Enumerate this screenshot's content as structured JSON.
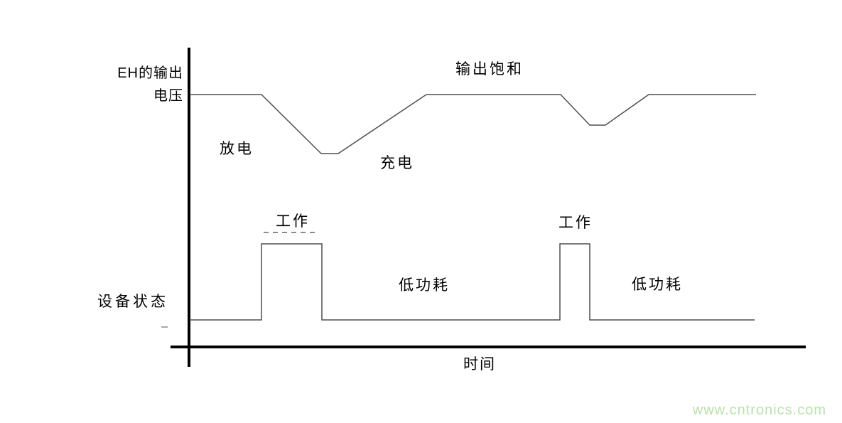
{
  "colors": {
    "axis": "#000000",
    "curve": "#4f4f4f",
    "text": "#000000",
    "watermark": "#b9e2ab",
    "artifact": "#8a8a8a"
  },
  "axes": {
    "y_label_line1": "EH的输出",
    "y_label_line2": "电压",
    "y_bottom_label": "设备状态",
    "x_label": "时间"
  },
  "annotations": {
    "saturation": "输出饱和",
    "discharge": "放电",
    "charge": "充电",
    "work_1": "工作",
    "work_2": "工作",
    "low_power_1": "低功耗",
    "low_power_2": "低功耗"
  },
  "watermark": {
    "text": "www.cntronics.com"
  },
  "waveforms": {
    "voltage": {
      "name": "EH output voltage vs time",
      "points": [
        [
          267,
          133
        ],
        [
          368,
          133
        ],
        [
          452,
          216
        ],
        [
          476,
          216
        ],
        [
          600,
          133
        ],
        [
          789,
          133
        ],
        [
          830,
          176
        ],
        [
          852,
          176
        ],
        [
          913,
          133
        ],
        [
          1064,
          133
        ]
      ]
    },
    "device_state": {
      "name": "device state vs time (pulses = working, baseline = low power)",
      "points": [
        [
          267,
          450
        ],
        [
          368,
          450
        ],
        [
          368,
          343
        ],
        [
          453,
          343
        ],
        [
          453,
          450
        ],
        [
          788,
          450
        ],
        [
          788,
          343
        ],
        [
          830,
          343
        ],
        [
          830,
          450
        ],
        [
          1062,
          450
        ]
      ]
    }
  }
}
